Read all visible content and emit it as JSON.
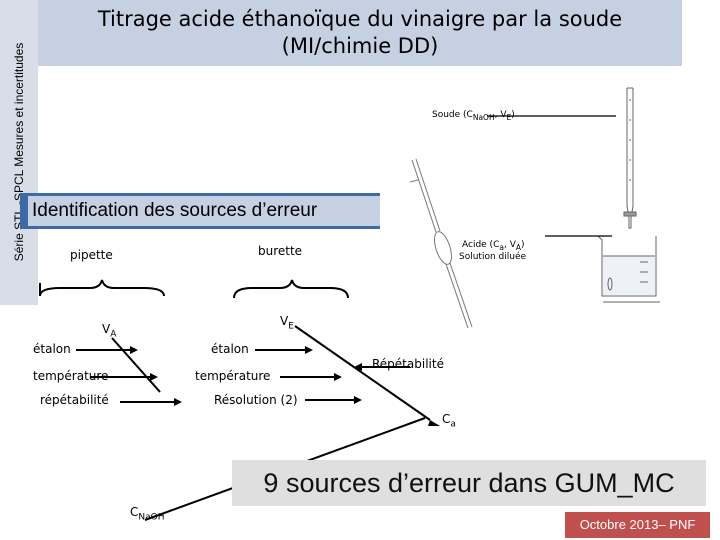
{
  "sidebar": {
    "text": "Série STL -SPCL Mesures et incertitudes"
  },
  "title": {
    "line1": "Titrage acide éthanoïque du vinaigre par la soude",
    "line2": "(MI/chimie DD)"
  },
  "section_heading": "Identification des sources d’erreur",
  "apparatus": {
    "soude_label": "Soude (C",
    "soude_sub": "NaOH",
    "soude_tail": ", V",
    "soude_sub2": "E",
    "soude_end": ")",
    "acide_line1": "Acide (C",
    "acide_sub": "a",
    "acide_mid": ", V",
    "acide_sub2": "A",
    "acide_end": ")",
    "acide_line2": "Solution diluée"
  },
  "diagram": {
    "pipette": "pipette",
    "burette": "burette",
    "va_main": "V",
    "va_sub": "A",
    "ve_main": "V",
    "ve_sub": "E",
    "etalon_left": "étalon",
    "etalon_right": "étalon",
    "temperature_left": "température",
    "temperature_right": "température",
    "repetabilite_left": "répétabilité",
    "resolution": "Résolution (2)",
    "repetabilite_right": "Répétabilité",
    "ca_main": "C",
    "ca_sub": "a",
    "cnaoh_main": "C",
    "cnaoh_sub": "NaOH"
  },
  "banner": "9 sources d’erreur dans GUM_MC",
  "footer": "Octobre 2013– PNF",
  "colors": {
    "title_bg": "#c6d0e3",
    "heading_border": "#3d6aa4",
    "footer_bg": "#c0504d",
    "banner_bg": "#dfdfdf"
  }
}
